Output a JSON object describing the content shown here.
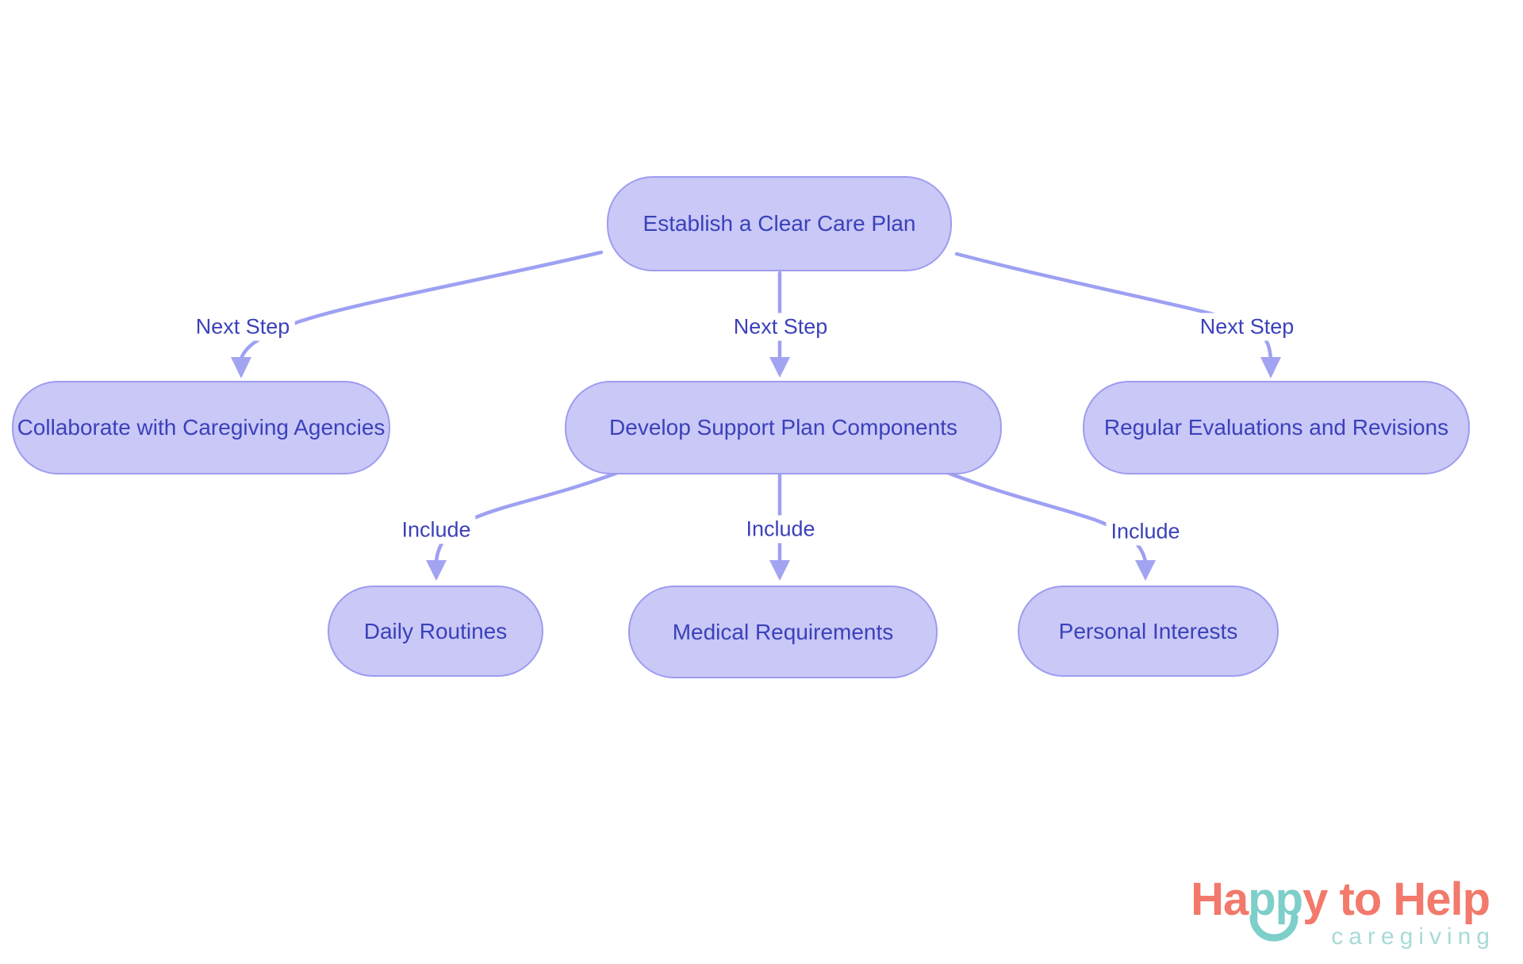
{
  "diagram": {
    "nodes": [
      {
        "id": "establish",
        "label": "Establish a Clear Care Plan"
      },
      {
        "id": "collaborate",
        "label": "Collaborate with Caregiving Agencies"
      },
      {
        "id": "develop",
        "label": "Develop Support Plan Components"
      },
      {
        "id": "regular",
        "label": "Regular Evaluations and Revisions"
      },
      {
        "id": "daily",
        "label": "Daily Routines"
      },
      {
        "id": "medical",
        "label": "Medical Requirements"
      },
      {
        "id": "personal",
        "label": "Personal Interests"
      }
    ],
    "edges": [
      {
        "from": "establish",
        "to": "collaborate",
        "label": "Next Step"
      },
      {
        "from": "establish",
        "to": "develop",
        "label": "Next Step"
      },
      {
        "from": "establish",
        "to": "regular",
        "label": "Next Step"
      },
      {
        "from": "develop",
        "to": "daily",
        "label": "Include"
      },
      {
        "from": "develop",
        "to": "medical",
        "label": "Include"
      },
      {
        "from": "develop",
        "to": "personal",
        "label": "Include"
      }
    ],
    "colors": {
      "node_fill": "#c9c8f7",
      "node_border": "#9e9cef",
      "node_text": "#3b41ba",
      "edge_line": "#9ea0f2",
      "arrow_fill": "#a2a4f2",
      "background": "#ffffff"
    }
  },
  "logo": {
    "title_part1": "Ha",
    "title_part2": "pp",
    "title_part3": "y to Help",
    "subtitle": "caregiving",
    "colors": {
      "coral": "#f2796b",
      "teal": "#7dcfc9",
      "subtitle_teal": "#a7dbd7"
    }
  }
}
